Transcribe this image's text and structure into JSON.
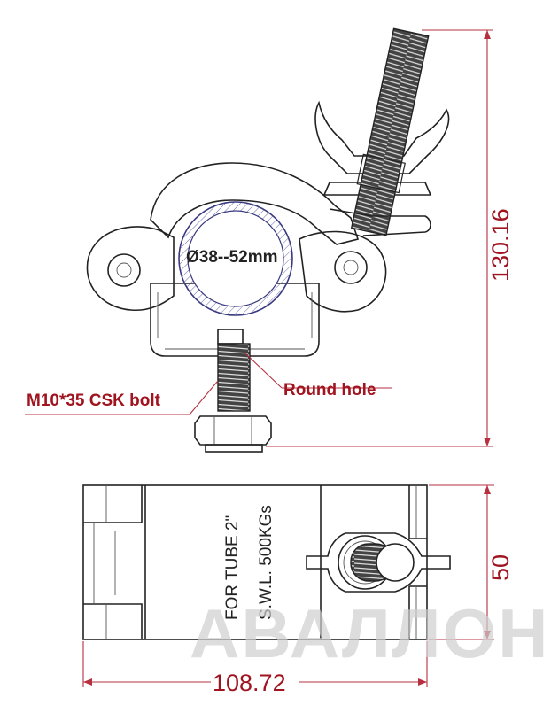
{
  "labels": {
    "tube_diameter": "Ø38--52mm",
    "bolt": "M10*35 CSK bolt",
    "round_hole": "Round hole",
    "side_text_line1": "FOR TUBE 2\"",
    "side_text_line2": "S.W.L. 500KGs"
  },
  "dimensions": {
    "height": "130.16",
    "width": "108.72",
    "depth": "50"
  },
  "watermark": "АВАЛЛОН",
  "colors": {
    "label_red": "#a01420",
    "dimension_line": "#b83040",
    "tube_hatch": "#6a6ab0",
    "outline": "#222222"
  }
}
